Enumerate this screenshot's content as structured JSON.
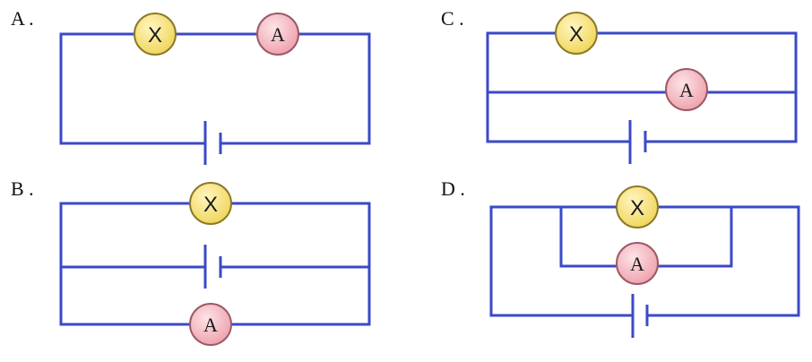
{
  "options": [
    {
      "id": "a",
      "label": "A ."
    },
    {
      "id": "b",
      "label": "B ."
    },
    {
      "id": "c",
      "label": "C ."
    },
    {
      "id": "d",
      "label": "D ."
    }
  ],
  "symbols": {
    "lamp": "X",
    "ammeter": "A"
  },
  "colors": {
    "wire": "#3b49c8",
    "lamp_fill": "#f6e27a",
    "lamp_stroke": "#8a7a2a",
    "ammeter_fill": "#f3b6bf",
    "ammeter_stroke": "#9b5a66",
    "background": "#ffffff"
  }
}
